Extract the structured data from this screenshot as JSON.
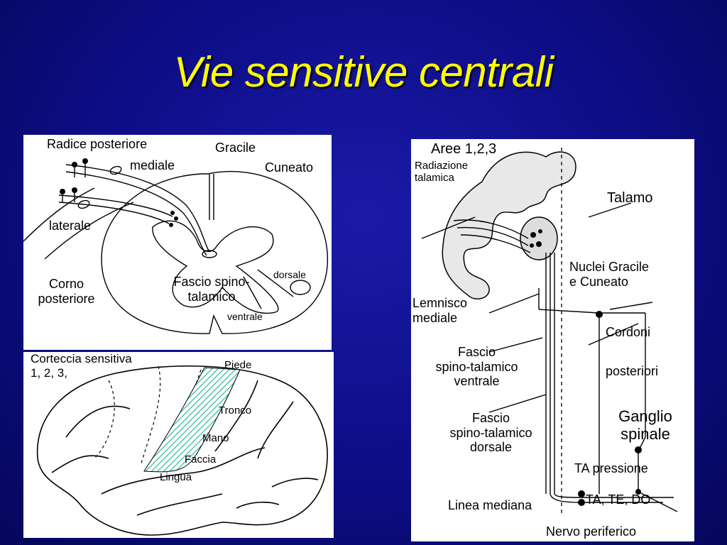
{
  "slide": {
    "title": "Vie sensitive centrali"
  },
  "spinal_cord_panel": {
    "labels": {
      "radice_posteriore": "Radice posteriore",
      "gracile": "Gracile",
      "mediale": "mediale",
      "cuneato": "Cuneato",
      "laterale": "laterale",
      "corno_line1": "Corno",
      "corno_line2": "posteriore",
      "fascio_line1": "Fascio spino-",
      "fascio_line2": "talamico",
      "dorsale": "dorsale",
      "ventrale": "ventrale"
    }
  },
  "cortex_panel": {
    "labels": {
      "corteccia_line1": "Corteccia sensitiva",
      "corteccia_line2": "1, 2, 3,",
      "piede": "Piede",
      "tronco": "Tronco",
      "mano": "Mano",
      "faccia": "Faccia",
      "lingua": "Lingua"
    }
  },
  "pathway_panel": {
    "labels": {
      "aree": "Aree 1,2,3",
      "radiazione_line1": "Radiazione",
      "radiazione_line2": "talamica",
      "talamo": "Talamo",
      "nuclei_line1": "Nuclei Gracile",
      "nuclei_line2": "e Cuneato",
      "lemnisco_line1": "Lemnisco",
      "lemnisco_line2": "mediale",
      "cordoni": "Cordoni",
      "posteriori": "posteriori",
      "fascio_v_line1": "Fascio",
      "fascio_v_line2": "spino-talamico",
      "fascio_v_line3": "ventrale",
      "fascio_d_line1": "Fascio",
      "fascio_d_line2": "spino-talamico",
      "fascio_d_line3": "dorsale",
      "ganglio_line1": "Ganglio",
      "ganglio_line2": "spinale",
      "ta_pressione": "TA pressione",
      "ta_te_do": "TA, TE, DO",
      "linea_mediana": "Linea mediana",
      "nervo_periferico": "Nervo periferico"
    }
  }
}
